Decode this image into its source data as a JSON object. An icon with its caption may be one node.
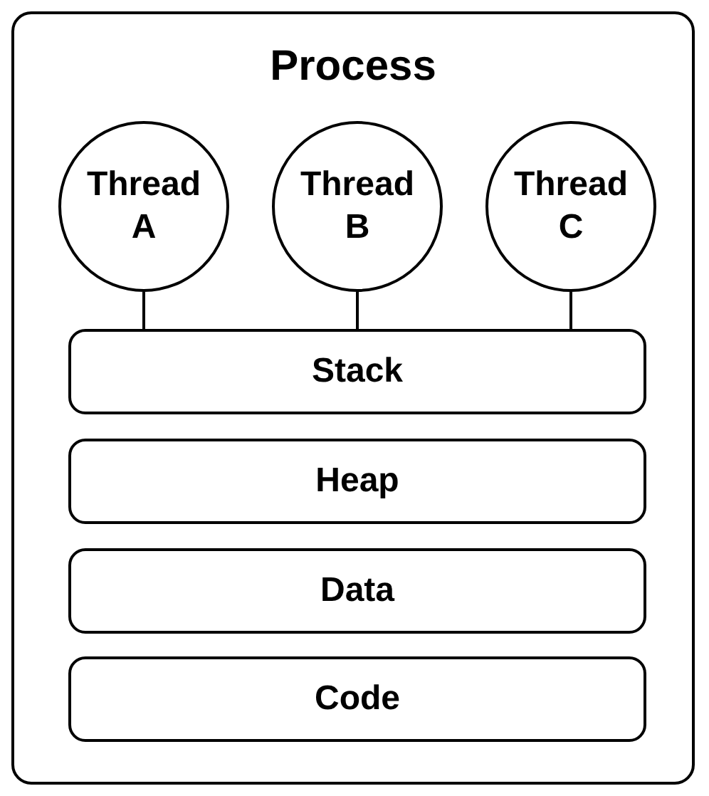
{
  "diagram": {
    "nodes": [
      {
        "text": [
          "Process"
        ]
      },
      {
        "text": [
          "Thread A"
        ],
        "in": 0
      },
      {
        "text": [
          "Thread B"
        ],
        "in": 0
      },
      {
        "text": [
          "Thread C"
        ],
        "in": 0
      },
      {
        "text": [
          "Stack"
        ],
        "in": 0
      },
      {
        "text": [
          "Heap"
        ],
        "in": 0
      },
      {
        "text": [
          "Data"
        ],
        "in": 0
      },
      {
        "text": [
          "Code"
        ],
        "in": 0
      }
    ],
    "edges": [
      {
        "from": 1,
        "to": 4,
        "arrow": "none"
      },
      {
        "from": 2,
        "to": 4,
        "arrow": "none"
      },
      {
        "from": 3,
        "to": 4,
        "arrow": "none"
      }
    ]
  }
}
